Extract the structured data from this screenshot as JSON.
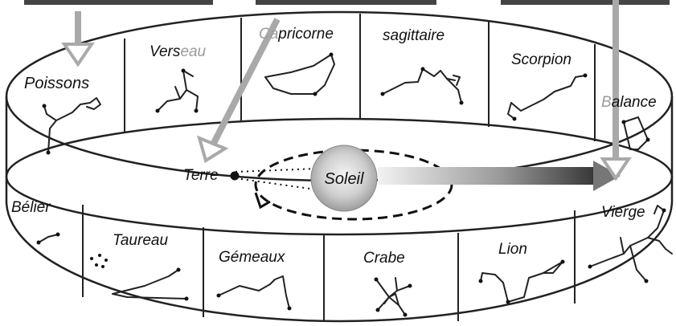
{
  "diagram": {
    "labels": {
      "poissons": "Poissons",
      "verseau_a": "Vers",
      "verseau_b": "eau",
      "capricorne_a": "Ca",
      "capricorne_b": "pricorne",
      "sagittaire": "sagittaire",
      "scorpion": "Scorpion",
      "balance_a": "B",
      "balance_b": "alance",
      "belier": "Bélier",
      "taureau": "Taureau",
      "gemeaux": "Gémeaux",
      "crabe": "Crabe",
      "lion": "Lion",
      "vierge": "Vierge",
      "terre": "Terre",
      "soleil": "Soleil"
    },
    "colors": {
      "arrow_gray": "#a9a9a9",
      "sun": "#bdbdbd",
      "ink": "#111111"
    }
  }
}
